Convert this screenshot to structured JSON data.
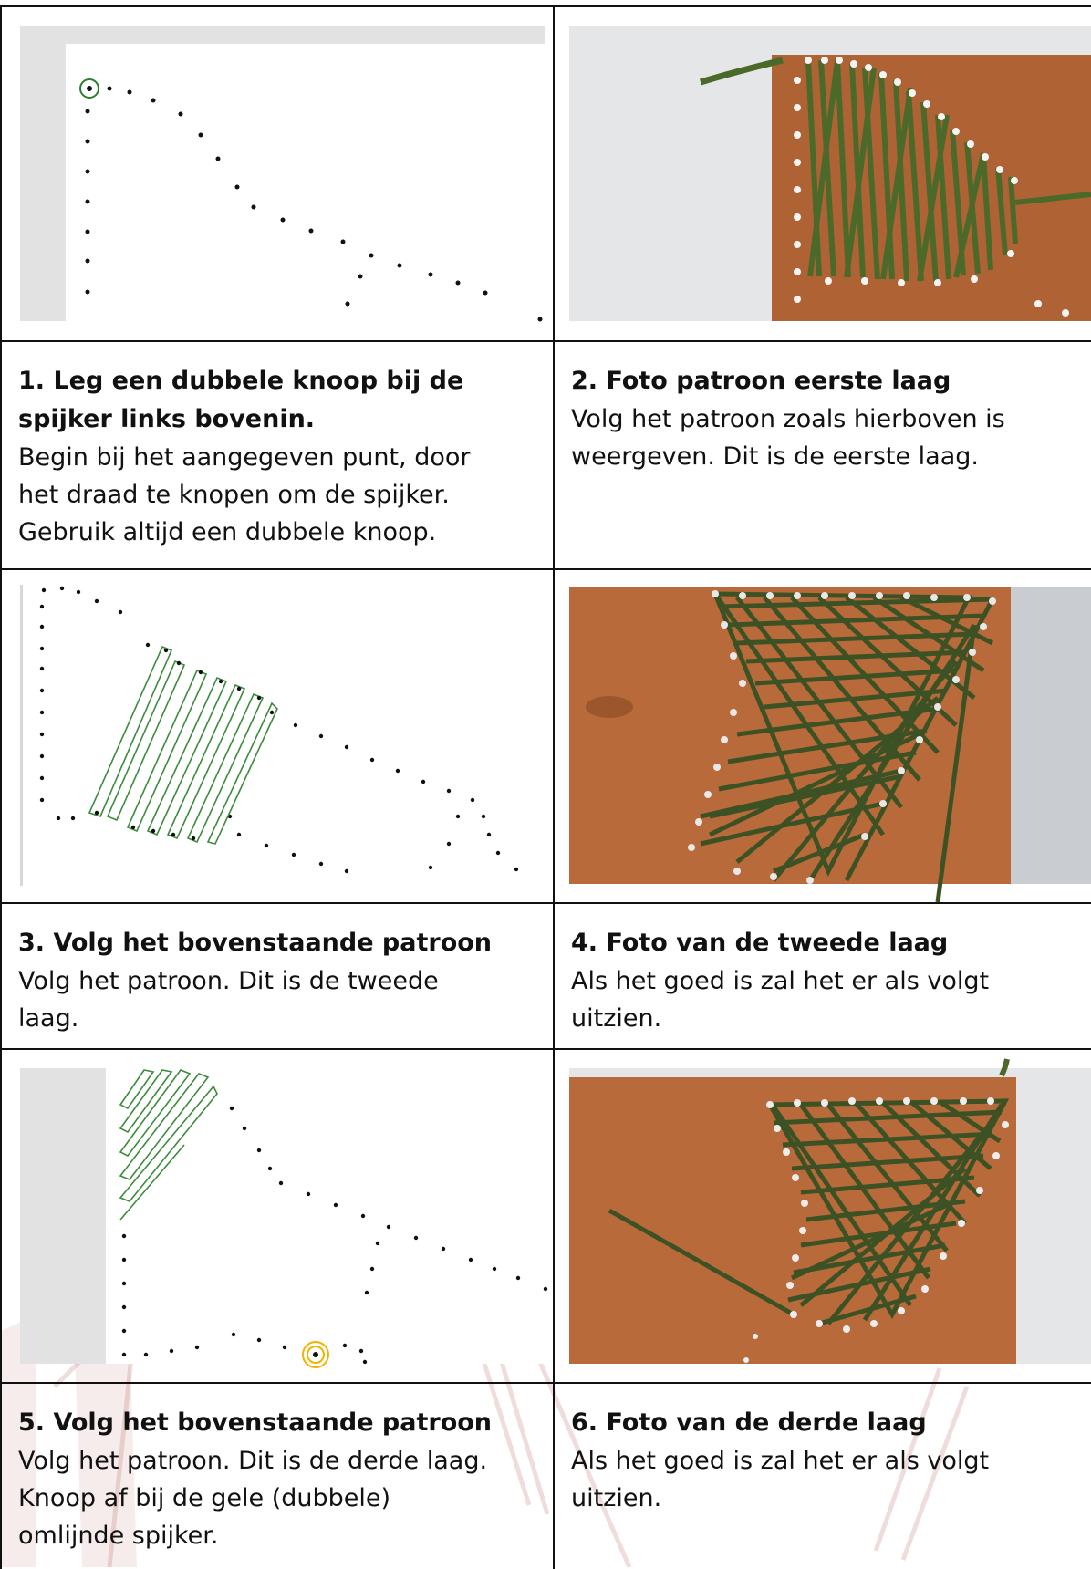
{
  "steps": [
    {
      "title": "1. Leg een dubbele knoop bij de spijker links bovenin.",
      "lines": [
        "Begin bij het aangegeven punt, door",
        "het draad te knopen om de spijker.",
        "Gebruik altijd een dubbele knoop."
      ]
    },
    {
      "title": "2. Foto patroon eerste laag",
      "lines": [
        "Volg het patroon zoals hierboven is",
        "weergeven. Dit is de eerste laag."
      ]
    },
    {
      "title": "3. Volg het bovenstaande patroon",
      "lines": [
        "Volg het patroon. Dit is de tweede",
        "laag."
      ]
    },
    {
      "title": "4. Foto van de tweede laag",
      "lines": [
        "Als het goed is zal het er als volgt",
        "uitzien."
      ]
    },
    {
      "title": "5. Volg het bovenstaande patroon",
      "lines": [
        "Volg het patroon. Dit is de derde laag.",
        "Knoop af bij de gele (dubbele)",
        "omlijnde spijker."
      ]
    },
    {
      "title": "6. Foto van de derde laag",
      "lines": [
        "Als het goed is zal het er als volgt",
        "uitzien."
      ]
    }
  ],
  "colors": {
    "thread": "#4b6a2a",
    "wood": "#b86a3a",
    "marker_green": "#2e7d32",
    "marker_yellow": "#f2b400",
    "border": "#111111"
  }
}
